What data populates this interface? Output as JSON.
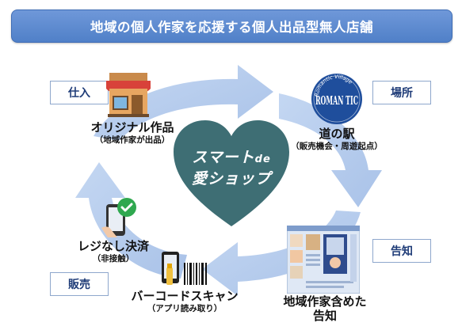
{
  "banner": {
    "title": "地域の個人作家を応援する個人出品型無人店舗"
  },
  "center": {
    "line1": "スマート",
    "line1_suffix": "de",
    "line2": "愛ショップ"
  },
  "stages": {
    "shiire": "仕入",
    "basho": "場所",
    "kokuchi": "告知",
    "hanbai": "販売"
  },
  "nodes": {
    "original": {
      "title": "オリジナル作品",
      "sub": "（地域作家が出品）"
    },
    "michinoeki": {
      "title": "道の駅",
      "sub": "（販売機会・周遊起点）"
    },
    "announce": {
      "title_line1": "地域作家含めた",
      "title_line2": "告知"
    },
    "barcode": {
      "title": "バーコードスキャン",
      "sub": "（アプリ読み取り）"
    },
    "register": {
      "title": "レジなし決済",
      "sub": "（非接触）"
    }
  },
  "logo": {
    "arc_text": "Romantic Village",
    "letters": "ROMAN TIC"
  },
  "colors": {
    "banner": "#5a86cc",
    "heart": "#3e6e74",
    "cycle": "#b7cdee",
    "tag_text": "#1f3c78"
  }
}
